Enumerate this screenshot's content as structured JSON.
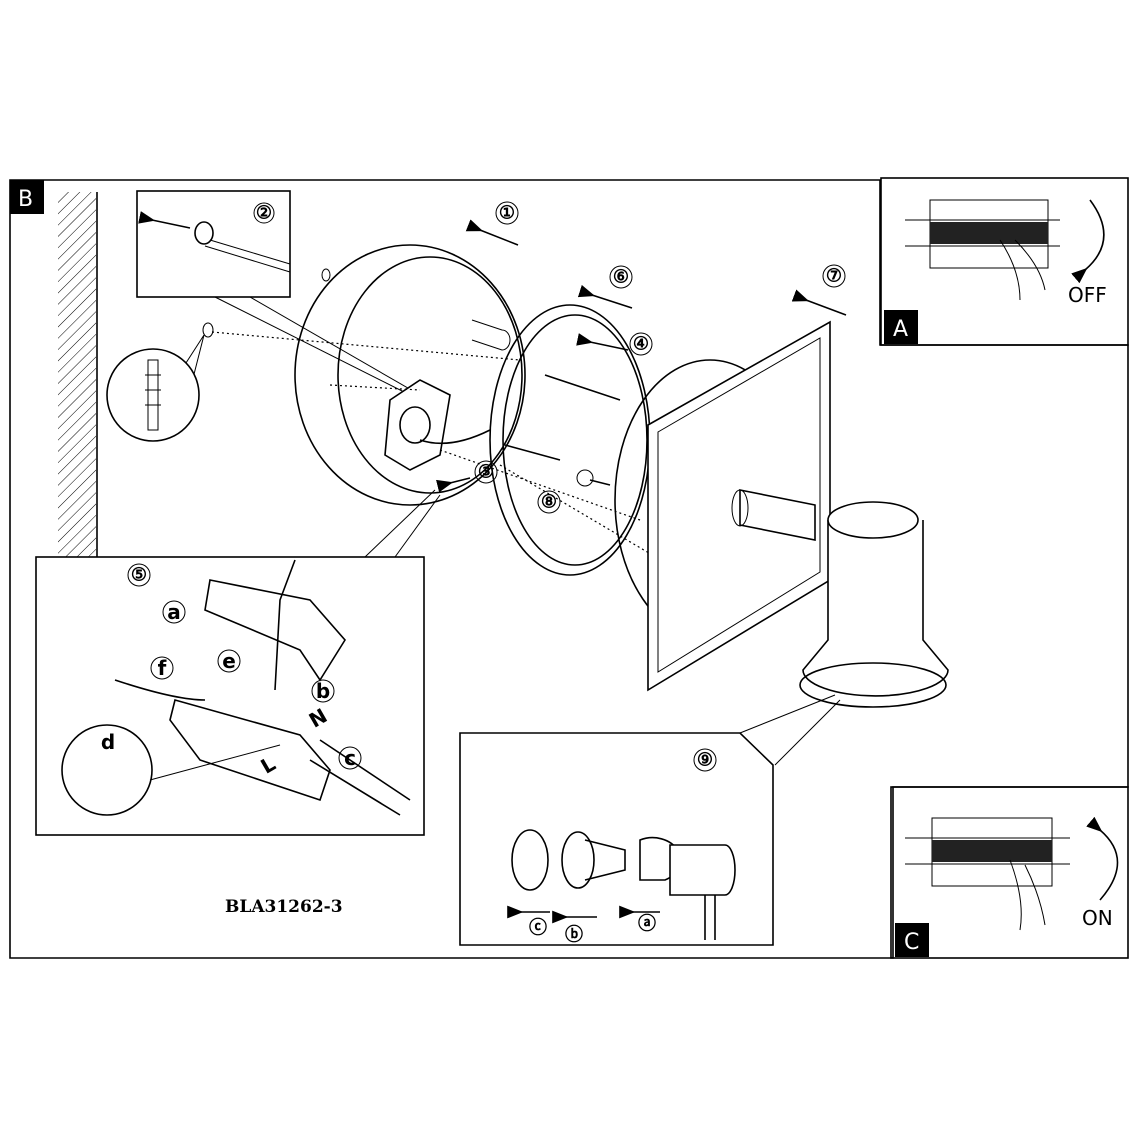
{
  "panels": {
    "A": {
      "label": "A",
      "switch_text": "OFF"
    },
    "B": {
      "label": "B"
    },
    "C": {
      "label": "C",
      "switch_text": "ON"
    }
  },
  "steps": [
    "①",
    "②",
    "③",
    "④",
    "⑤",
    "⑥",
    "⑦",
    "⑧",
    "⑨"
  ],
  "substeps_5": {
    "a": "a",
    "b": "b",
    "c": "c",
    "d": "d",
    "e": "e",
    "f": "f"
  },
  "terminal_labels": {
    "live": "L",
    "neutral": "N"
  },
  "substeps_9": {
    "a": "ⓐ",
    "b": "ⓑ",
    "c": "ⓒ"
  },
  "model_code": "BLA31262-3"
}
